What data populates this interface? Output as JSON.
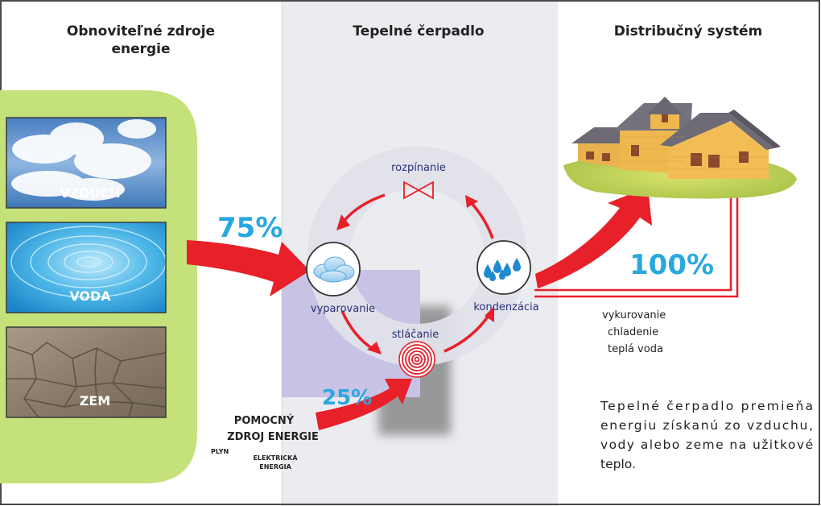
{
  "columns": {
    "left_title_line1": "Obnoviteľné zdroje",
    "left_title_line2": "energie",
    "middle_title": "Tepelné čerpadlo",
    "right_title": "Distribučný systém"
  },
  "sources": {
    "air": "VZDUCH",
    "water": "VODA",
    "earth": "ZEM"
  },
  "cycle": {
    "expansion": "rozpínanie",
    "evaporation": "vyparovanie",
    "compression": "stláčanie",
    "condensation": "kondenzácia"
  },
  "percentages": {
    "renewable": "75%",
    "auxiliary": "25%",
    "output": "100%"
  },
  "auxiliary": {
    "title_line1": "POMOCNÝ",
    "title_line2": "ZDROJ ENERGIE",
    "gas": "PLYN",
    "electric_line1": "ELEKTRICKÁ",
    "electric_line2": "ENERGIA"
  },
  "uses": {
    "heating": "vykurovanie",
    "cooling": "chladenie",
    "hot_water": "teplá voda"
  },
  "description": {
    "line1": "Tepelné čerpadlo premieňa",
    "line2": "energiu získanú zo vzduchu,",
    "line3": "vody alebo zeme na užitkové",
    "line4": "teplo."
  },
  "colors": {
    "arrow_red": "#e8202a",
    "percent_blue": "#29a8e0",
    "green_panel": "#c5e17a",
    "label_navy": "#2a2f7a",
    "ring_gray": "#e2e4ea"
  }
}
